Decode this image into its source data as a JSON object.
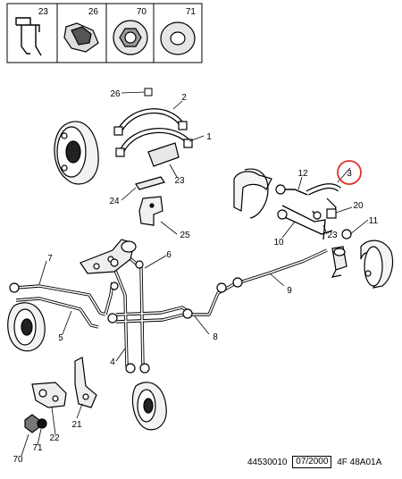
{
  "header_parts": [
    {
      "number": "23"
    },
    {
      "number": "26"
    },
    {
      "number": "70"
    },
    {
      "number": "71"
    }
  ],
  "callouts": [
    "26",
    "2",
    "1",
    "23",
    "24",
    "25",
    "12",
    "3",
    "20",
    "11",
    "10",
    "23",
    "7",
    "6",
    "9",
    "5",
    "8",
    "4",
    "21",
    "22",
    "70",
    "71"
  ],
  "highlighted_callout": "3",
  "footer": {
    "reference": "44530010",
    "date": "07/2000",
    "code": "4F 48A01A"
  }
}
